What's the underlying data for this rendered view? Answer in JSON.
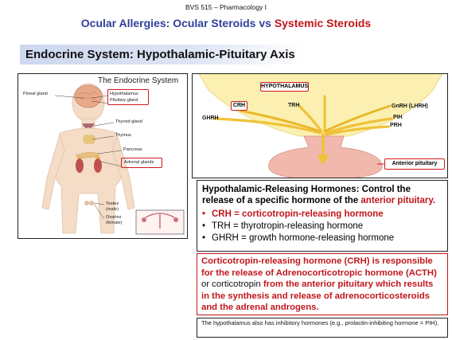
{
  "header": {
    "course": "BVS 515 – Pharmacology I",
    "title_part1": "Ocular Allergies: Ocular Steroids",
    "title_vs": " vs ",
    "title_part2": "Systemic Steroids"
  },
  "section_title": "Endocrine System: Hypothalamic-Pituitary Axis",
  "endocrine_figure": {
    "title": "The Endocrine System",
    "labels": {
      "pineal": "Pineal gland",
      "hypothalamus": "Hypothalamus",
      "pituitary": "Pituitary gland",
      "thyroid": "Thyroid gland",
      "thymus": "Thymus",
      "pancreas": "Pancreas",
      "adrenal": "Adrenal glands",
      "testes": "Testes",
      "testes_sub": "(male)",
      "ovaries": "Ovaries",
      "ovaries_sub": "(female)"
    }
  },
  "hpa_diagram": {
    "hypothalamus": "HYPOTHALAMUS",
    "crh": "CRH",
    "trh": "TRH",
    "gnrh": "GnRH (LHRH)",
    "ghrh": "GHRH",
    "pih": "PIH",
    "prh": "PRH",
    "anterior": "Anterior pituitary"
  },
  "info": {
    "heading_part1": "Hypothalamic-Releasing Hormones: Control the release of a specific hormone of the ",
    "heading_red": "anterior pituitary.",
    "items": [
      "CRH = corticotropin-releasing hormone",
      "TRH = thyrotropin-releasing hormone",
      "GHRH = growth hormone-releasing hormone"
    ]
  },
  "crh_box": {
    "part1": "Corticotropin-releasing hormone (CRH) is responsible for the release of Adrenocorticotropic hormone (ACTH)",
    "part2": " or corticotropin ",
    "part3": "from the anterior pituitary which results in the synthesis and release of adrenocorticosteroids and the adrenal androgens."
  },
  "note": "The hypothalamus also has inhibitory hormones (e.g., prolactin-inhibiting hormone = PIH).",
  "colors": {
    "title_blue": "#2f3f9a",
    "accent_red": "#c0161b",
    "section_bar": "#cdd8ef"
  }
}
